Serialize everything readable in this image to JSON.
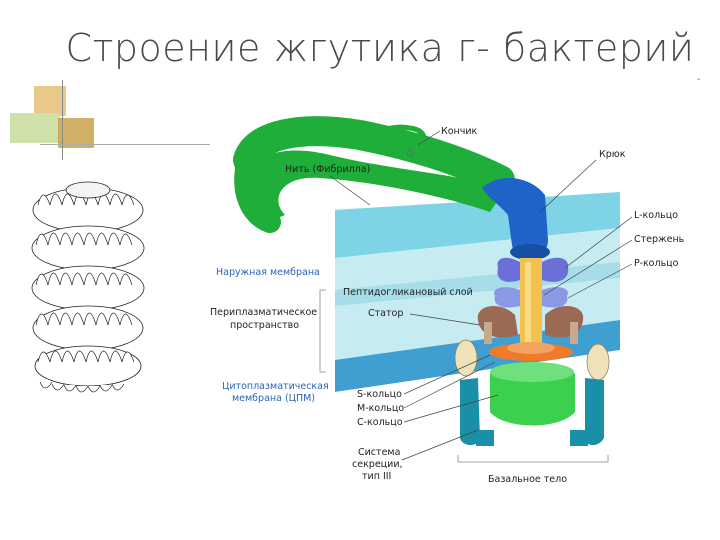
{
  "title": "Строение жгутика г- бактерий",
  "corner_mark": "-",
  "colors": {
    "filament": "#1fae3a",
    "hook": "#1f63c8",
    "outer_membrane": "#7fd3e6",
    "periplasm": "#c6ecf2",
    "inner_membrane": "#3f9fd0",
    "rod": "#f2c14e",
    "stator": "#9a6a55",
    "c_ring": "#3bd04d",
    "basal_body": "#1a8fa8",
    "label_blue": "#2a63b8"
  },
  "labels": {
    "tip": "Кончик",
    "hook": "Крюк",
    "filament": "Нить (Фибрилла)",
    "l_ring": "L-кольцо",
    "rod": "Стержень",
    "p_ring": "P-кольцо",
    "outer_membrane": "Наружная мембрана",
    "peptidoglycan": "Пептидогликановый слой",
    "periplasm_line1": "Периплазматическое",
    "periplasm_line2": "пространство",
    "stator": "Статор",
    "cpm_line1": "Цитоплазматическая",
    "cpm_line2": "мембрана (ЦПМ)",
    "s_ring": "S-кольцо",
    "m_ring": "M-кольцо",
    "c_ring": "C-кольцо",
    "secretion_line1": "Система",
    "secretion_line2": "секреции,",
    "secretion_line3": "тип III",
    "basal_body": "Базальное тело"
  }
}
